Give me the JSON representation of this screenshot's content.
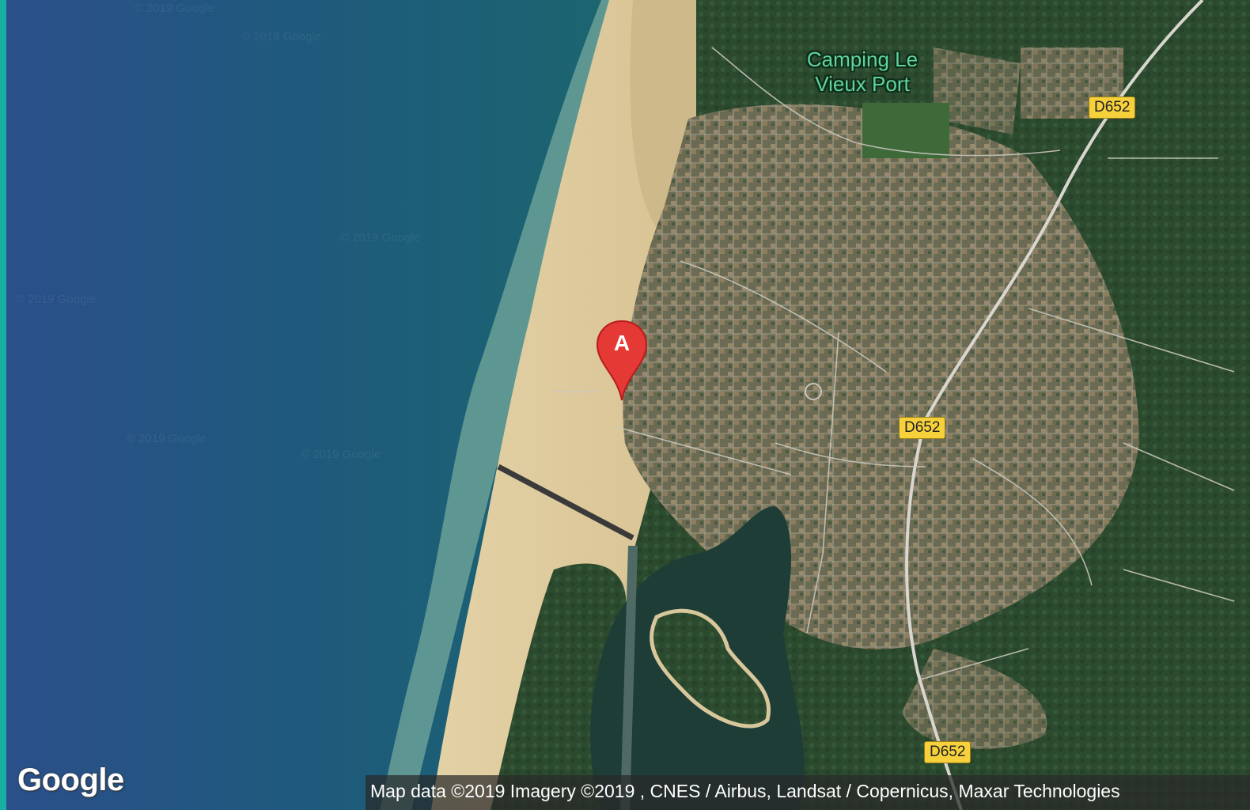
{
  "map": {
    "type": "satellite",
    "poi_label": [
      "Camping Le",
      "Vieux Port"
    ],
    "road_shields": [
      "D652",
      "D652",
      "D652"
    ],
    "marker_letter": "A",
    "marker_color": "#e53935",
    "watermarks": [
      "© 2019 Google",
      "© 2019 Google",
      "© 2019 Google",
      "© 2019 Google",
      "© 2019 Google",
      "© 2019 Google"
    ],
    "logo_text": "Google",
    "attribution": "Map data ©2019  Imagery ©2019 , CNES / Airbus, Landsat / Copernicus, Maxar Technologies"
  }
}
